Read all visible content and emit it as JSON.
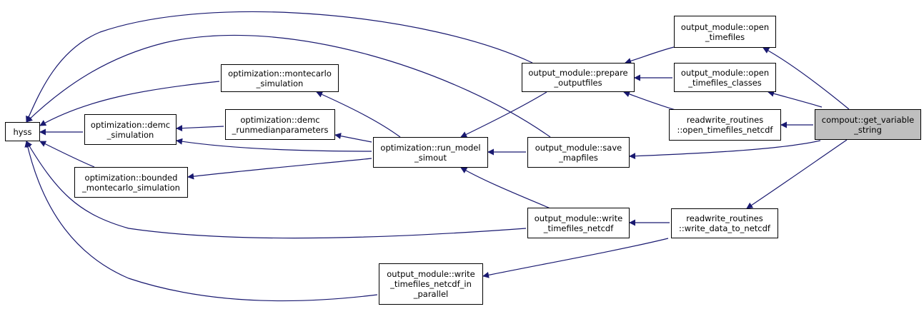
{
  "graph": {
    "nodes": {
      "hyss": {
        "lines": [
          "hyss"
        ]
      },
      "demc_sim": {
        "lines": [
          "optimization::demc",
          "_simulation"
        ]
      },
      "bounded_mc": {
        "lines": [
          "optimization::bounded",
          "_montecarlo_simulation"
        ]
      },
      "mc_sim": {
        "lines": [
          "optimization::montecarlo",
          "_simulation"
        ]
      },
      "demc_runmedian": {
        "lines": [
          "optimization::demc",
          "_runmedianparameters"
        ]
      },
      "run_model": {
        "lines": [
          "optimization::run_model",
          "_simout"
        ]
      },
      "prepare": {
        "lines": [
          "output_module::prepare",
          "_outputfiles"
        ]
      },
      "save_map": {
        "lines": [
          "output_module::save",
          "_mapfiles"
        ]
      },
      "write_tf": {
        "lines": [
          "output_module::write",
          "_timefiles_netcdf"
        ]
      },
      "write_tf_par": {
        "lines": [
          "output_module::write",
          "_timefiles_netcdf_in",
          "_parallel"
        ]
      },
      "open_tf": {
        "lines": [
          "output_module::open",
          "_timefiles"
        ]
      },
      "open_tf_cls": {
        "lines": [
          "output_module::open",
          "_timefiles_classes"
        ]
      },
      "rw_open": {
        "lines": [
          "readwrite_routines",
          "::open_timefiles_netcdf"
        ]
      },
      "rw_write": {
        "lines": [
          "readwrite_routines",
          "::write_data_to_netcdf"
        ]
      },
      "target": {
        "lines": [
          "compout::get_variable",
          "_string"
        ]
      }
    },
    "edges": [
      [
        "open_tf",
        "target"
      ],
      [
        "open_tf_cls",
        "target"
      ],
      [
        "rw_open",
        "target"
      ],
      [
        "save_map",
        "target"
      ],
      [
        "rw_write",
        "target"
      ],
      [
        "prepare",
        "open_tf"
      ],
      [
        "prepare",
        "open_tf_cls"
      ],
      [
        "prepare",
        "rw_open"
      ],
      [
        "write_tf",
        "rw_write"
      ],
      [
        "write_tf_par",
        "rw_write"
      ],
      [
        "hyss",
        "prepare"
      ],
      [
        "run_model",
        "prepare"
      ],
      [
        "run_model",
        "save_map"
      ],
      [
        "hyss",
        "save_map"
      ],
      [
        "run_model",
        "write_tf"
      ],
      [
        "hyss",
        "write_tf"
      ],
      [
        "hyss",
        "write_tf_par"
      ],
      [
        "mc_sim",
        "run_model"
      ],
      [
        "demc_runmedian",
        "run_model"
      ],
      [
        "demc_sim",
        "run_model"
      ],
      [
        "bounded_mc",
        "run_model"
      ],
      [
        "hyss",
        "mc_sim"
      ],
      [
        "demc_sim",
        "demc_runmedian"
      ],
      [
        "hyss",
        "demc_sim"
      ],
      [
        "hyss",
        "bounded_mc"
      ]
    ],
    "colors": {
      "edge": "#191970",
      "node_border": "#000000",
      "target_fill": "#bfbfbf"
    }
  }
}
